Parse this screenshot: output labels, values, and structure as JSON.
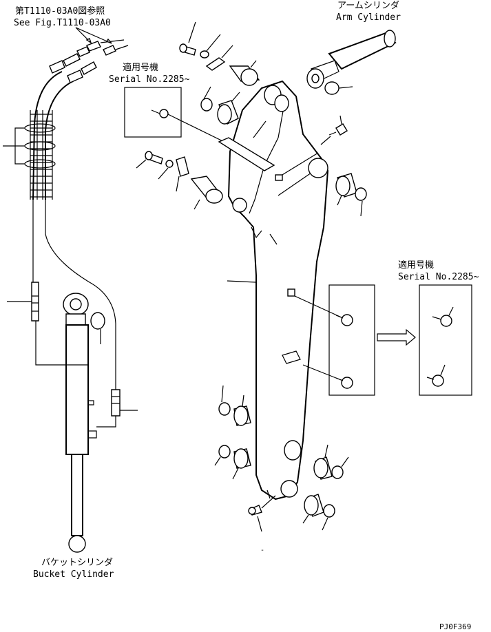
{
  "labels": {
    "ref_jp": "第T1110-03A0図参照",
    "ref_en": "See Fig.T1110-03A0",
    "arm_cyl_jp": "アームシリンダ",
    "arm_cyl_en": "Arm Cylinder",
    "serial_jp_1": "適用号機",
    "serial_en_1": "Serial No.2285~",
    "serial_jp_2": "適用号機",
    "serial_en_2": "Serial No.2285~",
    "bucket_cyl_jp": "バケットシリンダ",
    "bucket_cyl_en": "Bucket Cylinder",
    "drawing_code": "PJ0F369",
    "stray_mark": "-"
  }
}
